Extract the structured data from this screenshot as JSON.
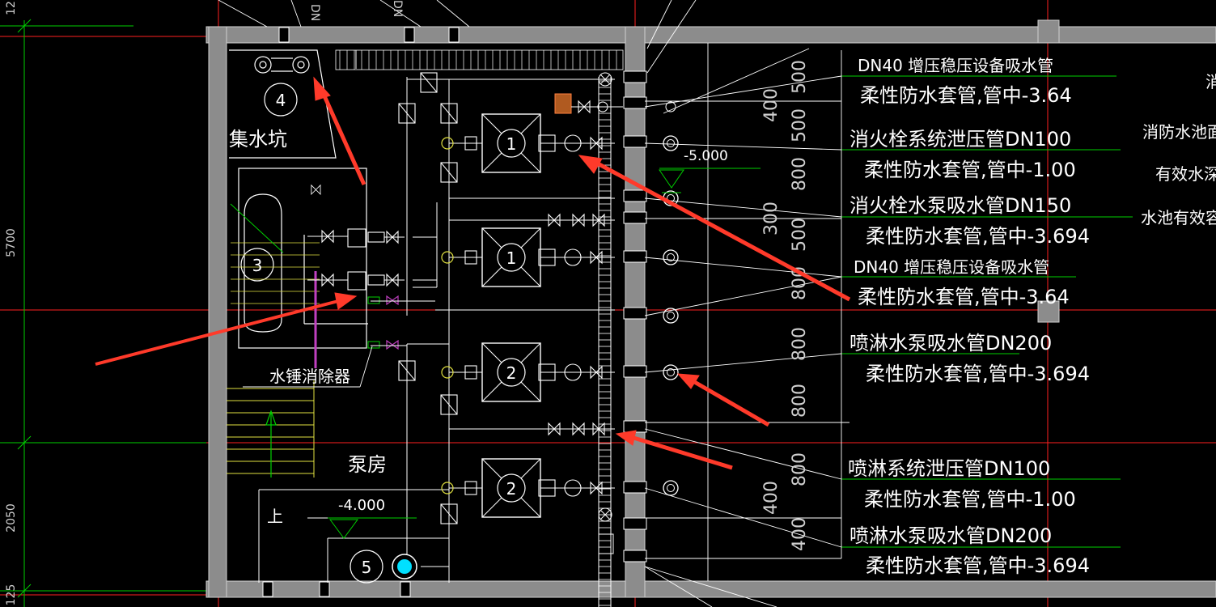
{
  "dimensions_left": [
    "5700",
    "2050"
  ],
  "dimensions_right": [
    "500",
    "400",
    "500",
    "800",
    "300",
    "500",
    "800",
    "800",
    "800",
    "800",
    "400",
    "400"
  ],
  "room_labels": {
    "sump": "集水坑",
    "pump_room": "泵房",
    "water_hammer": "水锤消除器",
    "up": "上"
  },
  "elevations": {
    "pool": "-5.000",
    "floor": "-4.000"
  },
  "equipment_numbers": {
    "n1a": "1",
    "n1b": "1",
    "n2a": "2",
    "n2b": "2",
    "n3": "3",
    "n4": "4",
    "n5": "5"
  },
  "pipe_labels": [
    {
      "main": "DN40    增压稳压设备吸水管",
      "sub": "柔性防水套管,管中-3.64"
    },
    {
      "main": "消火栓系统泄压管DN100",
      "sub": "柔性防水套管,管中-1.00"
    },
    {
      "main": "消火栓水泵吸水管DN150",
      "sub": "柔性防水套管,管中-3.694"
    },
    {
      "main": "DN40    增压稳压设备吸水管",
      "sub": "柔性防水套管,管中-3.64"
    },
    {
      "main": "喷淋水泵吸水管DN200",
      "sub": "柔性防水套管,管中-3.694"
    },
    {
      "main": "喷淋系统泄压管DN100",
      "sub": "柔性防水套管,管中-1.00"
    },
    {
      "main": "喷淋水泵吸水管DN200",
      "sub": "柔性防水套管,管中-3.694"
    }
  ],
  "pool_notes": [
    "消",
    "消防水池面",
    "有效水深",
    "水池有效容"
  ],
  "top_cutoff": [
    "DN",
    "DN"
  ],
  "colors": {
    "background": "#000000",
    "wall": "#9a9a9a",
    "line": "#ffffff",
    "grid_red": "#ff2020",
    "dim_green": "#00d000",
    "arrow_red": "#ff3a2a",
    "hammer_magenta": "#c040c0",
    "pump_cyan": "#00e0ff",
    "equipment_yellow": "#e0e040"
  }
}
